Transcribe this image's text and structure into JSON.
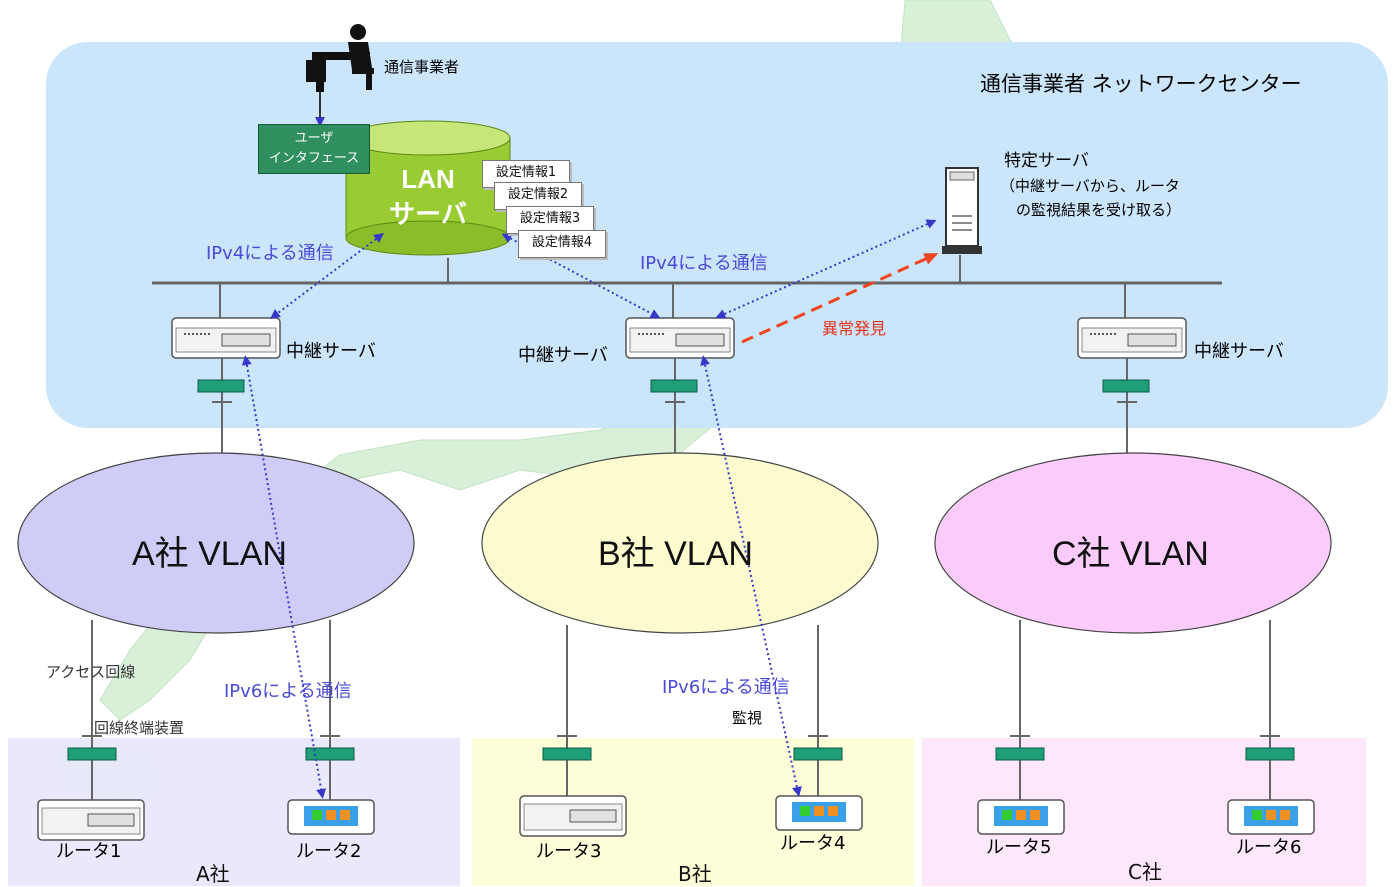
{
  "center": {
    "title": "通信事業者 ネットワークセンター",
    "operator": "通信事業者"
  },
  "ui": {
    "line1": "ユーザ",
    "line2": "インタフェース"
  },
  "lan_server": {
    "line1": "LAN",
    "line2": "サーバ"
  },
  "settings": [
    "設定情報1",
    "設定情報2",
    "設定情報3",
    "設定情報4"
  ],
  "specific_server": {
    "title": "特定サーバ",
    "note1": "（中継サーバから、ルータ",
    "note2": "の監視結果を受け取る）"
  },
  "labels": {
    "ipv4_left": "IPv4による通信",
    "ipv4_center": "IPv4による通信",
    "relay_a": "中継サーバ",
    "relay_b": "中継サーバ",
    "relay_c": "中継サーバ",
    "anomaly": "異常発見",
    "access_line": "アクセス回線",
    "terminal_device": "回線終端装置",
    "ipv6_a": "IPv6による通信",
    "ipv6_b": "IPv6による通信",
    "monitor": "監視"
  },
  "vlans": {
    "a": "A社 VLAN",
    "b": "B社 VLAN",
    "c": "C社 VLAN"
  },
  "companies": {
    "a": "A社",
    "b": "B社",
    "c": "C社"
  },
  "routers": [
    "ルータ1",
    "ルータ2",
    "ルータ3",
    "ルータ4",
    "ルータ5",
    "ルータ6"
  ],
  "colors": {
    "center_bg": "#c7e4fb",
    "vlan_a": "#cfcdf7",
    "vlan_b": "#fbfbcf",
    "vlan_c": "#fbccfb",
    "zone_a": "#e8e8fb",
    "zone_b": "#fdfdd6",
    "zone_c": "#fde6fb",
    "map_green": "#d6efd6",
    "terminal_green": "#1f9e7a",
    "db_green": "#99cc33",
    "arrow_blue": "#3838c8",
    "arrow_red": "#ee4422"
  }
}
